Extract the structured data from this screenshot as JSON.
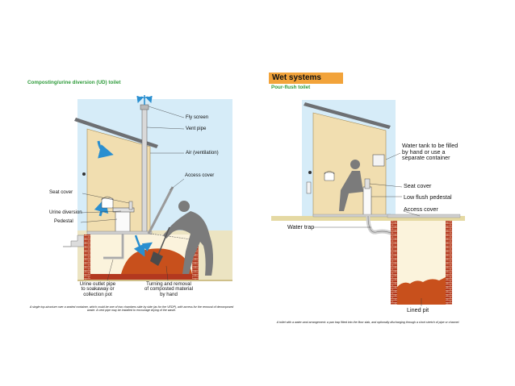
{
  "left": {
    "title": "Composting/urine diversion (UD) toilet",
    "labels": {
      "fly_screen": "Fly screen",
      "vent_pipe": "Vent pipe",
      "air": "Air (ventilation)",
      "access_cover": "Access cover",
      "seat_cover": "Seat cover",
      "urine_diversion": "Urine diversion",
      "pedestal": "Pedestal",
      "urine_outlet": "Urine outlet pipe\nto soakaway or\ncollection pot",
      "turning": "Turning and removal\nof composted material\nby hand"
    },
    "caption": "A single top-structure over a sealed container, which could be one of two chambers side by side (as for the VEDP), with access for the removal of decomposed waste. A vent pipe may be installed to encourage drying of the waste."
  },
  "right": {
    "section_header": "Wet systems",
    "title": "Pour-flush toilet",
    "labels": {
      "water_tank": "Water tank to be filled\nby hand or use a\nseparate container",
      "seat_cover": "Seat cover",
      "low_flush": "Low flush pedestal",
      "access_cover": "Access cover",
      "water_trap": "Water trap",
      "lined_pit": "Lined pit"
    },
    "caption": "A toilet with a water-seal arrangement: a pan trap fitted into the floor slab, and optionally discharging through a short stretch of pipe or channel."
  },
  "colors": {
    "title_green": "#2e9b3a",
    "header_orange": "#f2a33a",
    "sky": "#d6ecf8",
    "wall": "#f1deb0",
    "brick": "#b3381f",
    "compost": "#c8501c",
    "ground": "#e5d9a3"
  },
  "icons": [
    "ventilation-arrow-icon",
    "person-icon",
    "shovel-icon",
    "bucket-icon",
    "hand-wash-bottle-icon"
  ]
}
